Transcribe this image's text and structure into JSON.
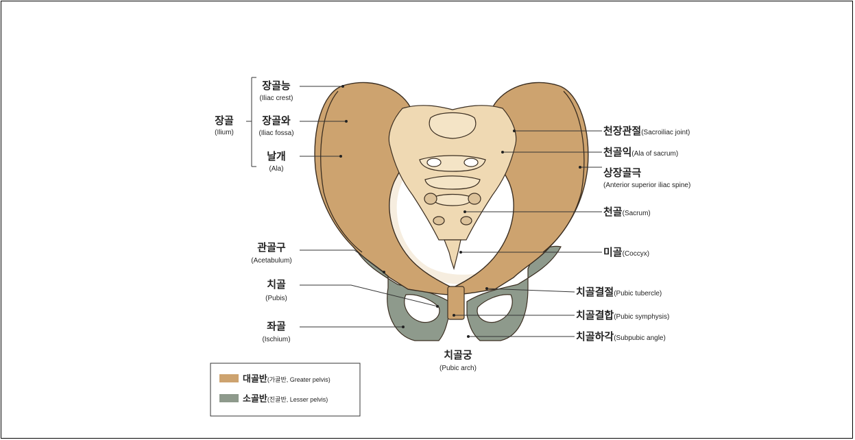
{
  "colors": {
    "greater_pelvis": "#cda36f",
    "lesser_pelvis": "#8e9a8c",
    "sacrum_light": "#efd9b3",
    "outline": "#3a2d20",
    "leader": "#333333"
  },
  "group": {
    "ko": "장골",
    "en": "(Ilium)"
  },
  "labels_left": [
    {
      "ko": "장골능",
      "en": "(Iliac crest)"
    },
    {
      "ko": "장골와",
      "en": "(Iliac fossa)"
    },
    {
      "ko": "날개",
      "en": "(Ala)"
    },
    {
      "ko": "관골구",
      "en": "(Acetabulum)"
    },
    {
      "ko": "치골",
      "en": "(Pubis)"
    },
    {
      "ko": "좌골",
      "en": "(Ischium)"
    }
  ],
  "labels_right": [
    {
      "ko": "천장관절",
      "en": "(Sacroiliac joint)"
    },
    {
      "ko": "천골익",
      "en": "(Ala of sacrum)"
    },
    {
      "ko": "상장골극",
      "en": "(Anterior superior iliac spine)"
    },
    {
      "ko": "천골",
      "en": "(Sacrum)"
    },
    {
      "ko": "미골",
      "en": "(Coccyx)"
    },
    {
      "ko": "치골결절",
      "en": "(Pubic tubercle)"
    },
    {
      "ko": "치골결합",
      "en": "(Pubic symphysis)"
    },
    {
      "ko": "치골하각",
      "en": "(Subpubic angle)"
    }
  ],
  "label_bottom": {
    "ko": "치골궁",
    "en": "(Pubic arch)"
  },
  "legend": [
    {
      "ko": "대골반",
      "sub": "(가골반, Greater pelvis)"
    },
    {
      "ko": "소골반",
      "sub": "(진골반, Lesser pelvis)"
    }
  ]
}
